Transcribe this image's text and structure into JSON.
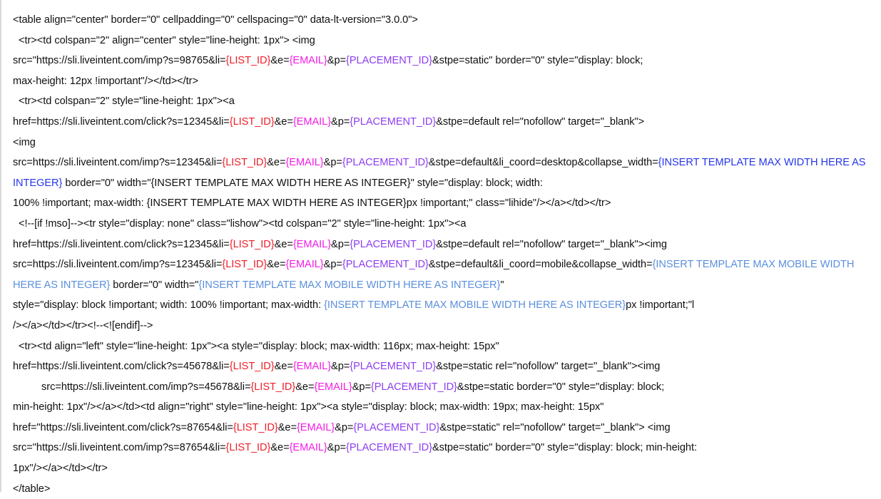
{
  "document": {
    "kind": "html-email-snippet",
    "language": "html",
    "background_color": "#ffffff",
    "text_color": "#0f0f0f",
    "left_rule_color": "#d9d9d9"
  },
  "tokens": {
    "list_id": {
      "text": "{LIST_ID}",
      "color": "#f01e28"
    },
    "email": {
      "text": "{EMAIL}",
      "color": "#f41ce6"
    },
    "placement_id": {
      "text": "{PLACEMENT_ID}",
      "color": "#8d3ef0"
    },
    "max_width": {
      "text": "{INSERT TEMPLATE MAX WIDTH HERE AS INTEGER}",
      "color": "#2536e8"
    },
    "max_mobile_width": {
      "text": "{INSERT TEMPLATE MAX MOBILE WIDTH HERE AS INTEGER}",
      "color": "#5b8fdd"
    }
  },
  "code": {
    "lines": [
      [
        {
          "t": "plain",
          "v": "<table align=\"center\" border=\"0\" cellpadding=\"0\" cellspacing=\"0\" data-lt-version=\"3.0.0\">"
        }
      ],
      [
        {
          "t": "plain",
          "v": "  <tr><td colspan=\"2\" align=\"center\" style=\"line-height: 1px\"> <img"
        }
      ],
      [
        {
          "t": "plain",
          "v": "src=\"https://sli.liveintent.com/imp?s=98765&li="
        },
        {
          "t": "list_id"
        },
        {
          "t": "plain",
          "v": "&e="
        },
        {
          "t": "email"
        },
        {
          "t": "plain",
          "v": "&p="
        },
        {
          "t": "placement_id"
        },
        {
          "t": "plain",
          "v": "&stpe=static\" border=\"0\" style=\"display: block;"
        }
      ],
      [
        {
          "t": "plain",
          "v": "max-height: 12px !important\"/></td></tr>"
        }
      ],
      [
        {
          "t": "plain",
          "v": "  <tr><td colspan=\"2\" style=\"line-height: 1px\"><a"
        }
      ],
      [
        {
          "t": "plain",
          "v": "href=https://sli.liveintent.com/click?s=12345&li="
        },
        {
          "t": "list_id"
        },
        {
          "t": "plain",
          "v": "&e="
        },
        {
          "t": "email"
        },
        {
          "t": "plain",
          "v": "&p="
        },
        {
          "t": "placement_id"
        },
        {
          "t": "plain",
          "v": "&stpe=default rel=\"nofollow\" target=\"_blank\">"
        }
      ],
      [
        {
          "t": "plain",
          "v": "<img"
        }
      ],
      [
        {
          "t": "plain",
          "v": "src=https://sli.liveintent.com/imp?s=12345&li="
        },
        {
          "t": "list_id"
        },
        {
          "t": "plain",
          "v": "&e="
        },
        {
          "t": "email"
        },
        {
          "t": "plain",
          "v": "&p="
        },
        {
          "t": "placement_id"
        },
        {
          "t": "plain",
          "v": "&stpe=default&li_coord=desktop&collapse_width="
        },
        {
          "t": "max_width"
        },
        {
          "t": "plain",
          "v": " border=\"0\" width=\"{INSERT TEMPLATE MAX WIDTH HERE AS INTEGER}\" style=\"display: block; width:"
        }
      ],
      [
        {
          "t": "plain",
          "v": "100% !important; max-width: {INSERT TEMPLATE MAX WIDTH HERE AS INTEGER}px !important;\" class=\"lihide\"/></a></td></tr>"
        }
      ],
      [
        {
          "t": "plain",
          "v": "  <!--[if !mso]--><tr style=\"display: none\" class=\"lishow\"><td colspan=\"2\" style=\"line-height: 1px\"><a"
        }
      ],
      [
        {
          "t": "plain",
          "v": "href=https://sli.liveintent.com/click?s=12345&li="
        },
        {
          "t": "list_id"
        },
        {
          "t": "plain",
          "v": "&e="
        },
        {
          "t": "email"
        },
        {
          "t": "plain",
          "v": "&p="
        },
        {
          "t": "placement_id"
        },
        {
          "t": "plain",
          "v": "&stpe=default rel=\"nofollow\" target=\"_blank\"><img"
        }
      ],
      [
        {
          "t": "plain",
          "v": "src=https://sli.liveintent.com/imp?s=12345&li="
        },
        {
          "t": "list_id"
        },
        {
          "t": "plain",
          "v": "&e="
        },
        {
          "t": "email"
        },
        {
          "t": "plain",
          "v": "&p="
        },
        {
          "t": "placement_id"
        },
        {
          "t": "plain",
          "v": "&stpe=default&li_coord=mobile&collapse_width="
        },
        {
          "t": "max_mobile_width"
        },
        {
          "t": "plain",
          "v": " border=\"0\" width=\""
        },
        {
          "t": "max_mobile_width"
        },
        {
          "t": "plain",
          "v": "\""
        }
      ],
      [
        {
          "t": "plain",
          "v": "style=\"display: block !important; width: 100% !important; max-width: "
        },
        {
          "t": "max_mobile_width"
        },
        {
          "t": "plain",
          "v": "px !important;\"l"
        }
      ],
      [
        {
          "t": "plain",
          "v": "/></a></td></tr><!--<![endif]-->"
        }
      ],
      [
        {
          "t": "plain",
          "v": "  <tr><td align=\"left\" style=\"line-height: 1px\"><a style=\"display: block; max-width: 116px; max-height: 15px\""
        }
      ],
      [
        {
          "t": "plain",
          "v": "href=https://sli.liveintent.com/click?s=45678&li="
        },
        {
          "t": "list_id"
        },
        {
          "t": "plain",
          "v": "&e="
        },
        {
          "t": "email"
        },
        {
          "t": "plain",
          "v": "&p="
        },
        {
          "t": "placement_id"
        },
        {
          "t": "plain",
          "v": "&stpe=static rel=\"nofollow\" target=\"_blank\"><img"
        }
      ],
      [
        {
          "t": "plain",
          "v": "          src=https://sli.liveintent.com/imp?s=45678&li="
        },
        {
          "t": "list_id"
        },
        {
          "t": "plain",
          "v": "&e="
        },
        {
          "t": "email"
        },
        {
          "t": "plain",
          "v": "&p="
        },
        {
          "t": "placement_id"
        },
        {
          "t": "plain",
          "v": "&stpe=static border=\"0\" style=\"display: block;"
        }
      ],
      [
        {
          "t": "plain",
          "v": "min-height: 1px\"/></a></td><td align=\"right\" style=\"line-height: 1px\"><a style=\"display: block; max-width: 19px; max-height: 15px\""
        }
      ],
      [
        {
          "t": "plain",
          "v": "href=\"https://sli.liveintent.com/click?s=87654&li="
        },
        {
          "t": "list_id"
        },
        {
          "t": "plain",
          "v": "&e="
        },
        {
          "t": "email"
        },
        {
          "t": "plain",
          "v": "&p="
        },
        {
          "t": "placement_id"
        },
        {
          "t": "plain",
          "v": "&stpe=static\" rel=\"nofollow\" target=\"_blank\"> <img"
        }
      ],
      [
        {
          "t": "plain",
          "v": "src=\"https://sli.liveintent.com/imp?s=87654&li="
        },
        {
          "t": "list_id"
        },
        {
          "t": "plain",
          "v": "&e="
        },
        {
          "t": "email"
        },
        {
          "t": "plain",
          "v": "&p="
        },
        {
          "t": "placement_id"
        },
        {
          "t": "plain",
          "v": "&stpe=static\" border=\"0\" style=\"display: block; min-height:"
        }
      ],
      [
        {
          "t": "plain",
          "v": "1px\"/></a></td></tr>"
        }
      ],
      [
        {
          "t": "plain",
          "v": "</table>"
        }
      ]
    ]
  }
}
